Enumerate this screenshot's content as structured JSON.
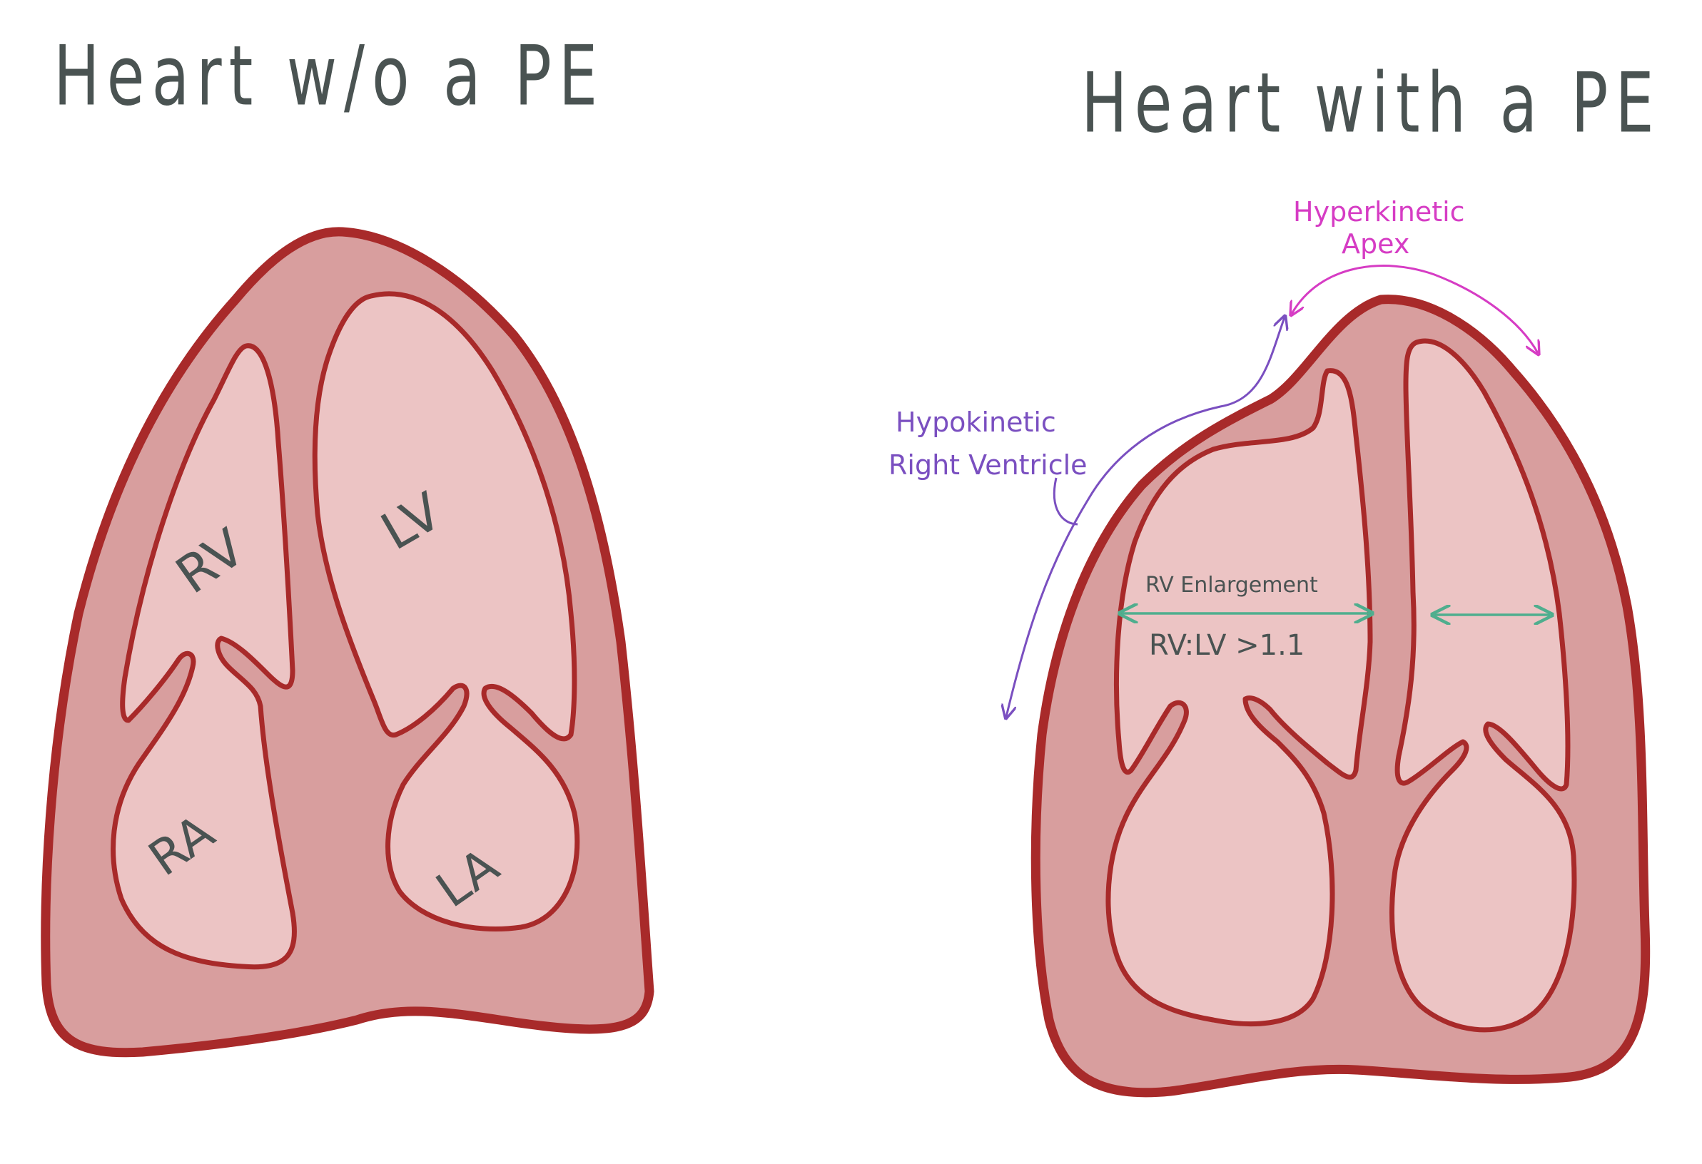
{
  "titles": {
    "left": "Heart w/o a PE",
    "right": "Heart with a PE"
  },
  "left_heart": {
    "chamber_labels": {
      "rv": "RV",
      "lv": "LV",
      "ra": "RA",
      "la": "LA"
    }
  },
  "right_heart": {
    "annotations": {
      "hyperkinetic_line1": "Hyperkinetic",
      "hyperkinetic_line2": "Apex",
      "hypokinetic_line1": "Hypokinetic",
      "hypokinetic_line2": "Right Ventricle",
      "rv_enlargement": "RV Enlargement",
      "ratio": "RV:LV >1.1"
    }
  },
  "colors": {
    "outline": "#a82a2a",
    "wall": "#d89e9e",
    "chamber": "#ecc4c4",
    "septum": "#d89e9e",
    "label_text": "#4a5352",
    "hyperkinetic": "#d63cc4",
    "hypokinetic": "#7a4fc0",
    "enlargement_arrow": "#4fae8e"
  }
}
